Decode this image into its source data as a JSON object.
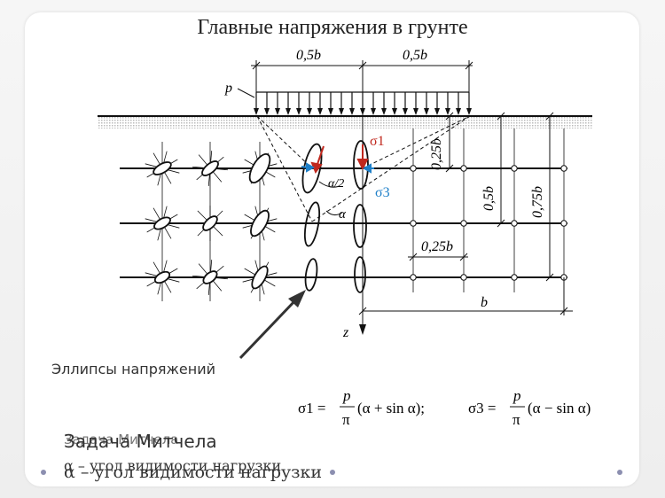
{
  "title": "Главные напряжения в грунте",
  "labels": {
    "half_b_left": "0,5b",
    "half_b_right": "0,5b",
    "p": "p",
    "sigma1": "σ1",
    "sigma3": "σ3",
    "alpha_half": "α/2",
    "alpha": "α",
    "quarter_b_vertical": "0,25b",
    "half_b_vertical": "0,5b",
    "three_quarter_b_vertical": "0,75b",
    "quarter_b_horizontal": "0,25b",
    "b": "b",
    "z": "z"
  },
  "formula": {
    "sigma1_lhs": "σ1 =",
    "sigma3_lhs": "σ3 =",
    "p": "p",
    "pi": "π",
    "sigma1_rhs": "(α + sin α);",
    "sigma3_rhs": "(α − sin α)"
  },
  "caption": "Эллипсы напряжений",
  "subtitle_line1": "Задача Митчела",
  "subtitle_line1_ghost": "Задача Митчела",
  "subtitle_line2": "α – угол видимости нагрузки",
  "subtitle_line2_ghost": "α – угол видимости нагрузки",
  "colors": {
    "sigma1": "#c0281e",
    "sigma3": "#1e7fc8",
    "ink": "#111111"
  }
}
